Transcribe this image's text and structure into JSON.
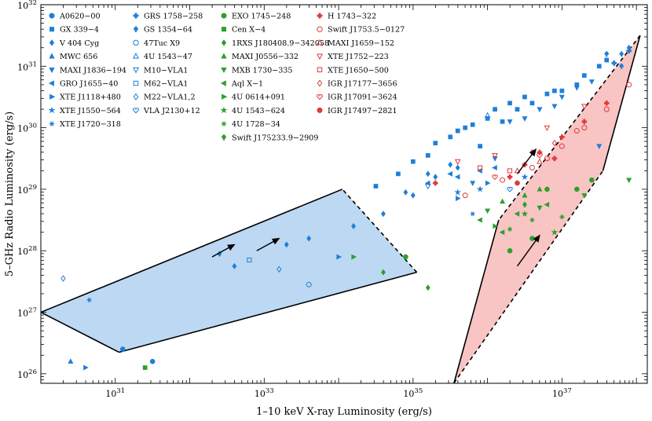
{
  "chart_data": {
    "type": "scatter",
    "title": "",
    "xlabel": "1–10 keV X-ray Luminosity (erg/s)",
    "ylabel": "5–GHz Radio Luminosity  (erg/s)",
    "xscale": "log",
    "yscale": "log",
    "xlim": [
      1e+30,
      1.4e+38
    ],
    "ylim": [
      7e+25,
      1e+32
    ],
    "x_ticks": [
      {
        "v": 31,
        "label": "10^31"
      },
      {
        "v": 33,
        "label": "10^33"
      },
      {
        "v": 35,
        "label": "10^35"
      },
      {
        "v": 37,
        "label": "10^37"
      }
    ],
    "y_ticks": [
      {
        "v": 26,
        "label": "10^26"
      },
      {
        "v": 27,
        "label": "10^27"
      },
      {
        "v": 28,
        "label": "10^28"
      },
      {
        "v": 29,
        "label": "10^29"
      },
      {
        "v": 30,
        "label": "10^30"
      },
      {
        "v": 31,
        "label": "10^31"
      },
      {
        "v": 32,
        "label": "10^32"
      }
    ],
    "grid": false,
    "legend_position": "top-left",
    "colors": {
      "blue": "#1f7fd8",
      "green": "#2ca02c",
      "red": "#e0393b",
      "blue_fill": "#bcd8f3",
      "red_fill": "#f9c4c4"
    },
    "regions": [
      {
        "name": "blue-band",
        "color": "#bcd8f3",
        "polygon": [
          [
            30,
            27
          ],
          [
            31.05,
            26.35
          ],
          [
            35.05,
            27.65
          ],
          [
            34.05,
            29
          ]
        ],
        "solid_edges": [
          [
            0,
            1
          ],
          [
            1,
            2
          ],
          [
            3,
            0
          ]
        ],
        "dashed_edges": [
          [
            2,
            3
          ],
          [
            0,
            0
          ]
        ]
      },
      {
        "name": "red-band",
        "color": "#f9c4c4",
        "polygon": [
          [
            35.55,
            25.85
          ],
          [
            37.55,
            29.3
          ],
          [
            38.05,
            31.5
          ],
          [
            36.15,
            28.5
          ]
        ],
        "solid_edges": [
          [
            1,
            2
          ],
          [
            3,
            0
          ]
        ],
        "dashed_edges": [
          [
            0,
            1
          ],
          [
            2,
            3
          ]
        ]
      }
    ],
    "arrows": [
      {
        "from": [
          32.3,
          27.9
        ],
        "to": [
          32.6,
          28.1
        ]
      },
      {
        "from": [
          32.9,
          28.0
        ],
        "to": [
          33.2,
          28.2
        ]
      },
      {
        "from": [
          36.4,
          27.75
        ],
        "to": [
          36.7,
          28.25
        ]
      },
      {
        "from": [
          36.4,
          29.25
        ],
        "to": [
          36.65,
          29.65
        ]
      }
    ],
    "series": [
      {
        "name": "A0620−00",
        "color": "#1f7fd8",
        "marker": "circle",
        "points": [
          [
            31.1,
            26.4
          ],
          [
            31.5,
            26.2
          ]
        ]
      },
      {
        "name": "GX 339−4",
        "color": "#1f7fd8",
        "marker": "square",
        "points": [
          [
            34.5,
            29.05
          ],
          [
            34.8,
            29.25
          ],
          [
            35.0,
            29.45
          ],
          [
            35.2,
            29.55
          ],
          [
            35.3,
            29.75
          ],
          [
            35.5,
            29.85
          ],
          [
            35.6,
            29.95
          ],
          [
            35.8,
            30.05
          ],
          [
            36.0,
            30.15
          ],
          [
            36.2,
            30.1
          ],
          [
            36.4,
            30.3
          ],
          [
            36.6,
            30.4
          ],
          [
            36.8,
            30.55
          ],
          [
            37.0,
            30.6
          ],
          [
            37.2,
            30.7
          ],
          [
            37.3,
            30.85
          ],
          [
            37.5,
            31.0
          ],
          [
            37.6,
            31.1
          ],
          [
            35.7,
            30.0
          ],
          [
            35.9,
            29.7
          ],
          [
            36.1,
            30.3
          ],
          [
            36.3,
            30.4
          ],
          [
            36.5,
            30.5
          ],
          [
            36.9,
            30.6
          ]
        ]
      },
      {
        "name": "V 404 Cyg",
        "color": "#1f7fd8",
        "marker": "diamond",
        "points": [
          [
            32.4,
            27.95
          ],
          [
            32.6,
            27.75
          ],
          [
            33.3,
            28.1
          ],
          [
            33.6,
            28.2
          ],
          [
            34.2,
            28.4
          ],
          [
            34.6,
            28.6
          ],
          [
            35.0,
            28.9
          ],
          [
            35.3,
            29.2
          ],
          [
            35.5,
            29.4
          ],
          [
            35.6,
            29.35
          ],
          [
            35.2,
            29.25
          ],
          [
            34.9,
            28.95
          ],
          [
            37.8,
            31.2
          ],
          [
            37.9,
            31.3
          ]
        ]
      },
      {
        "name": "MWC 656",
        "color": "#1f7fd8",
        "marker": "triangle-up",
        "points": [
          [
            30.4,
            26.2
          ]
        ]
      },
      {
        "name": "MAXI J1836−194",
        "color": "#1f7fd8",
        "marker": "triangle-down",
        "points": [
          [
            36.3,
            30.1
          ],
          [
            36.5,
            30.15
          ],
          [
            36.7,
            30.3
          ],
          [
            37.0,
            30.5
          ],
          [
            37.2,
            30.65
          ],
          [
            37.4,
            30.75
          ],
          [
            36.9,
            30.35
          ],
          [
            35.8,
            29.1
          ],
          [
            36.1,
            29.5
          ],
          [
            37.5,
            29.7
          ]
        ]
      },
      {
        "name": "GRO J1655−40",
        "color": "#1f7fd8",
        "marker": "triangle-left",
        "points": [
          [
            35.2,
            29.1
          ],
          [
            35.5,
            29.25
          ],
          [
            35.9,
            29.3
          ],
          [
            35.6,
            29.2
          ],
          [
            36.1,
            29.35
          ]
        ]
      },
      {
        "name": "XTE J1118+480",
        "color": "#1f7fd8",
        "marker": "triangle-right",
        "points": [
          [
            30.6,
            26.1
          ],
          [
            34.0,
            27.9
          ],
          [
            35.6,
            28.85
          ],
          [
            36.0,
            29.1
          ]
        ]
      },
      {
        "name": "XTE J1550−564",
        "color": "#1f7fd8",
        "marker": "star",
        "points": [
          [
            35.9,
            29.0
          ],
          [
            35.6,
            28.95
          ],
          [
            36.5,
            29.2
          ]
        ]
      },
      {
        "name": "XTE J1720−318",
        "color": "#1f7fd8",
        "marker": "asterisk",
        "points": [
          [
            30.65,
            27.2
          ],
          [
            35.8,
            28.6
          ]
        ]
      },
      {
        "name": "GRS 1758−258",
        "color": "#1f7fd8",
        "marker": "cross",
        "points": [
          [
            37.9,
            31.25
          ],
          [
            37.7,
            31.05
          ]
        ]
      },
      {
        "name": "GS 1354−64",
        "color": "#1f7fd8",
        "marker": "spade",
        "points": [
          [
            37.6,
            31.2
          ],
          [
            37.8,
            31.0
          ]
        ]
      },
      {
        "name": "47Tuc X9",
        "color": "#1f7fd8",
        "marker": "circle-open",
        "points": [
          [
            33.6,
            27.45
          ]
        ]
      },
      {
        "name": "4U 1543−47",
        "color": "#1f7fd8",
        "marker": "triangle-up-open",
        "points": [
          [
            36.0,
            30.2
          ]
        ]
      },
      {
        "name": "M10−VLA1",
        "color": "#1f7fd8",
        "marker": "triangle-down-open",
        "points": [
          [
            35.2,
            29.05
          ]
        ]
      },
      {
        "name": "M62−VLA1",
        "color": "#1f7fd8",
        "marker": "square-open",
        "points": [
          [
            32.8,
            27.85
          ]
        ]
      },
      {
        "name": "M22−VLA1,2",
        "color": "#1f7fd8",
        "marker": "diamond-open",
        "points": [
          [
            30.3,
            27.55
          ],
          [
            33.2,
            27.7
          ]
        ]
      },
      {
        "name": "VLA J2130+12",
        "color": "#1f7fd8",
        "marker": "heart-open",
        "points": [
          [
            36.3,
            29.0
          ]
        ]
      },
      {
        "name": "EXO 1745−248",
        "color": "#2ca02c",
        "marker": "circle",
        "points": [
          [
            34.9,
            27.9
          ],
          [
            36.6,
            28.2
          ],
          [
            36.3,
            28.0
          ],
          [
            37.2,
            29.0
          ],
          [
            37.4,
            29.15
          ],
          [
            36.8,
            29.0
          ]
        ]
      },
      {
        "name": "Cen X−4",
        "color": "#2ca02c",
        "marker": "square",
        "points": [
          [
            31.4,
            26.1
          ]
        ]
      },
      {
        "name": "1RXS J180408.9−342058",
        "color": "#2ca02c",
        "marker": "diamond",
        "points": [
          [
            34.6,
            27.65
          ],
          [
            35.2,
            27.4
          ]
        ]
      },
      {
        "name": "MAXI J0556−332",
        "color": "#2ca02c",
        "marker": "triangle-up",
        "points": [
          [
            36.2,
            28.8
          ],
          [
            36.5,
            28.9
          ],
          [
            36.7,
            29.0
          ]
        ]
      },
      {
        "name": "MXB 1730−335",
        "color": "#2ca02c",
        "marker": "triangle-down",
        "points": [
          [
            36.0,
            28.65
          ],
          [
            37.3,
            28.9
          ],
          [
            37.9,
            29.15
          ],
          [
            36.7,
            28.7
          ]
        ]
      },
      {
        "name": "Aql X−1",
        "color": "#2ca02c",
        "marker": "triangle-left",
        "points": [
          [
            35.9,
            28.5
          ],
          [
            36.4,
            28.6
          ],
          [
            36.8,
            28.75
          ],
          [
            36.2,
            28.3
          ]
        ]
      },
      {
        "name": "4U 0614+091",
        "color": "#2ca02c",
        "marker": "triangle-right",
        "points": [
          [
            34.2,
            27.9
          ],
          [
            36.1,
            28.4
          ]
        ]
      },
      {
        "name": "4U 1543−624",
        "color": "#2ca02c",
        "marker": "star",
        "points": [
          [
            36.5,
            28.6
          ],
          [
            36.9,
            28.3
          ]
        ]
      },
      {
        "name": "4U 1728−34",
        "color": "#2ca02c",
        "marker": "asterisk",
        "points": [
          [
            36.3,
            28.35
          ],
          [
            36.6,
            28.5
          ],
          [
            37.0,
            28.55
          ]
        ]
      },
      {
        "name": "Swift J175233.9−2909",
        "color": "#2ca02c",
        "marker": "spade",
        "points": [
          [
            36.5,
            28.75
          ]
        ]
      },
      {
        "name": "H 1743−322",
        "color": "#e0393b",
        "marker": "cross",
        "points": [
          [
            35.3,
            29.1
          ],
          [
            36.5,
            29.4
          ],
          [
            36.7,
            29.6
          ],
          [
            37.0,
            29.85
          ],
          [
            37.3,
            30.1
          ],
          [
            37.6,
            30.4
          ],
          [
            36.9,
            29.5
          ],
          [
            36.3,
            29.2
          ]
        ]
      },
      {
        "name": "Swift J1753.5−0127",
        "color": "#e0393b",
        "marker": "circle-open",
        "points": [
          [
            35.7,
            28.9
          ],
          [
            36.2,
            29.15
          ],
          [
            36.6,
            29.35
          ],
          [
            37.0,
            29.7
          ],
          [
            37.3,
            30.0
          ],
          [
            37.6,
            30.3
          ],
          [
            37.9,
            30.7
          ],
          [
            37.2,
            29.95
          ],
          [
            36.8,
            29.5
          ]
        ]
      },
      {
        "name": "MAXI J1659−152",
        "color": "#e0393b",
        "marker": "triangle-up-open",
        "points": [
          [
            36.4,
            29.3
          ],
          [
            36.7,
            29.45
          ]
        ]
      },
      {
        "name": "XTE J1752−223",
        "color": "#e0393b",
        "marker": "triangle-down-open",
        "points": [
          [
            35.6,
            29.45
          ],
          [
            36.1,
            29.55
          ],
          [
            36.8,
            30.0
          ],
          [
            37.3,
            30.35
          ]
        ]
      },
      {
        "name": "XTE J1650−500",
        "color": "#e0393b",
        "marker": "square-open",
        "points": [
          [
            35.9,
            29.35
          ],
          [
            36.3,
            29.3
          ]
        ]
      },
      {
        "name": "IGR J17177−3656",
        "color": "#e0393b",
        "marker": "diamond-open",
        "points": [
          [
            36.6,
            29.6
          ],
          [
            36.9,
            29.75
          ]
        ]
      },
      {
        "name": "IGR J17091−3624",
        "color": "#e0393b",
        "marker": "heart-open",
        "points": [
          [
            36.1,
            29.2
          ],
          [
            36.7,
            29.55
          ]
        ]
      },
      {
        "name": "IGR J17497−2821",
        "color": "#e0393b",
        "marker": "circle",
        "points": [
          [
            36.4,
            29.1
          ]
        ]
      }
    ]
  }
}
